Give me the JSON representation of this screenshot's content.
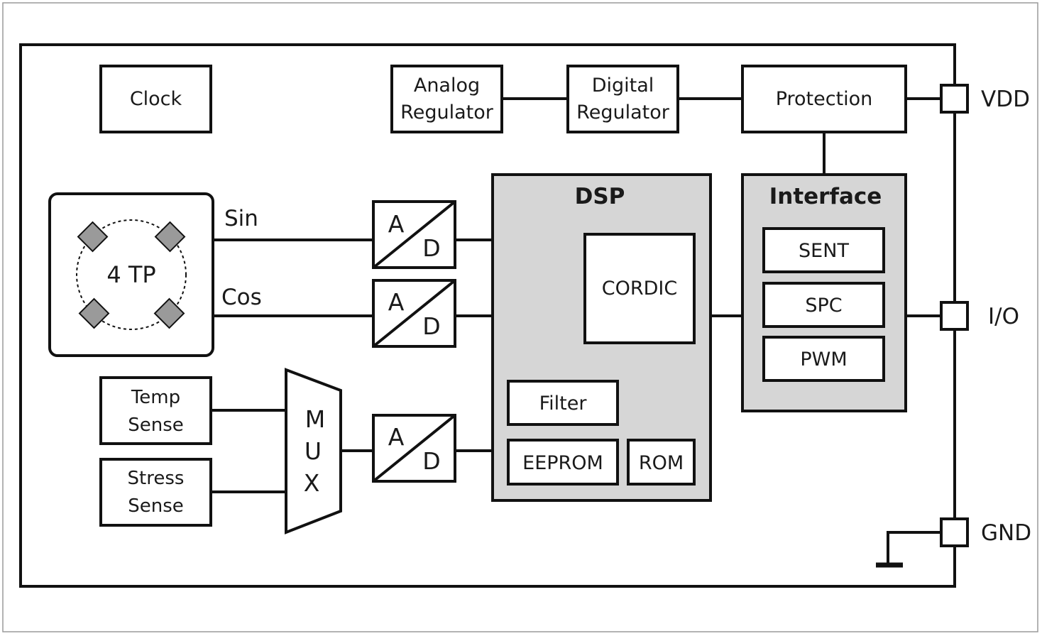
{
  "blocks": {
    "clock": "Clock",
    "analog_regulator": [
      "Analog",
      "Regulator"
    ],
    "digital_regulator": [
      "Digital",
      "Regulator"
    ],
    "protection": "Protection",
    "sensor": "4 TP",
    "temp_sense": [
      "Temp",
      "Sense"
    ],
    "stress_sense": [
      "Stress",
      "Sense"
    ],
    "mux": [
      "M",
      "U",
      "X"
    ],
    "adc": {
      "a": "A",
      "d": "D"
    },
    "dsp": {
      "title": "DSP",
      "cordic": "CORDIC",
      "filter": "Filter",
      "eeprom": "EEPROM",
      "rom": "ROM"
    },
    "interface": {
      "title": "Interface",
      "sent": "SENT",
      "spc": "SPC",
      "pwm": "PWM"
    }
  },
  "signals": {
    "sin": "Sin",
    "cos": "Cos"
  },
  "pins": {
    "vdd": "VDD",
    "io": "I/O",
    "gnd": "GND"
  },
  "colors": {
    "block_fill": "#ffffff",
    "group_fill": "#d6d6d6",
    "stroke": "#111111",
    "sensor_pad": "#9a9a9a"
  }
}
